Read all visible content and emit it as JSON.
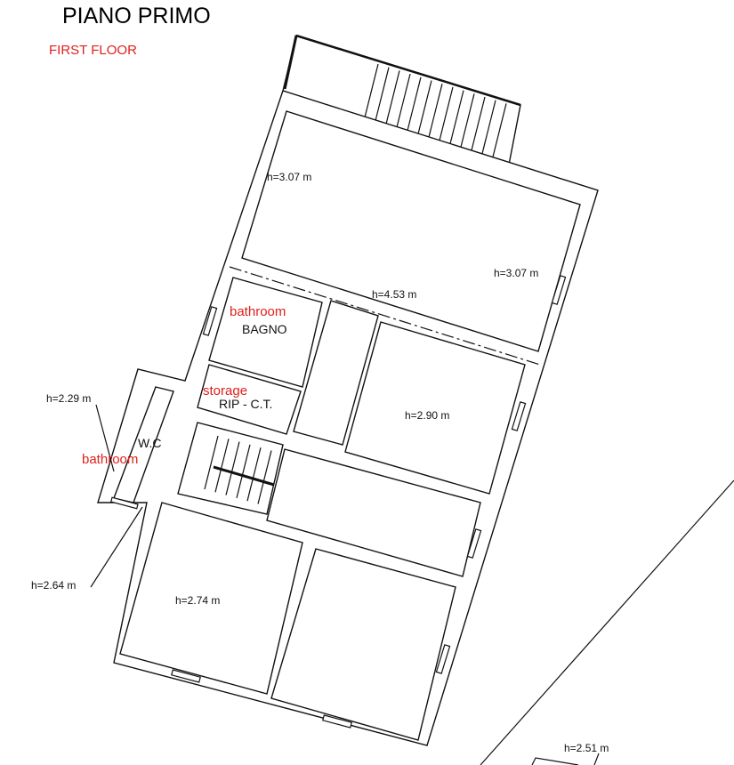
{
  "title": "PIANO PRIMO",
  "subtitle": "FIRST FLOOR",
  "rooms": {
    "main_hall": {
      "h1": "h=3.07 m",
      "h2": "h=3.07 m"
    },
    "beam": "h=4.53 m",
    "bathroom": {
      "en": "bathroom",
      "it": "BAGNO"
    },
    "storage": {
      "en": "storage",
      "it": "RIP - C.T."
    },
    "room_right": "h=2.90 m",
    "wc": {
      "h": "h=2.29 m",
      "it": "W.C",
      "en": "bathroom"
    },
    "stair_h": "h=2.64 m",
    "room_bottom_left": "h=2.74 m",
    "external": "h=2.51 m"
  }
}
